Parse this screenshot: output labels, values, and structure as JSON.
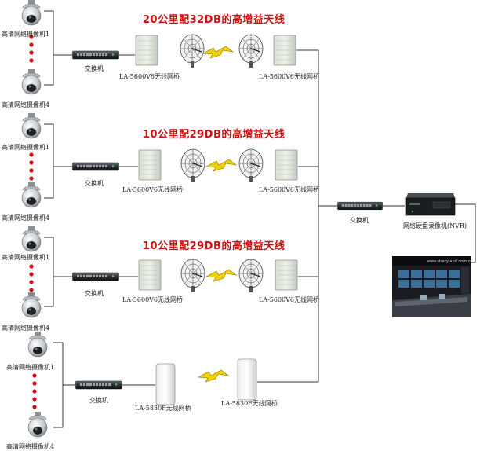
{
  "titles": {
    "row1": "20公里配32DB的高增益天线",
    "row2": "10公里配29DB的高增益天线",
    "row3": "10公里配29DB的高增益天线"
  },
  "camera": {
    "label_first": "高清网络摄像机1",
    "label_last": "高清网络摄像机4"
  },
  "switch_label": "交换机",
  "bridge_v6_label": "LA-5600V6无线网桥",
  "bridge_f_label": "LA-5830F无线网桥",
  "nvr_label": "网络硬盘录像机(NVR)",
  "monitor_watermark": "www.starryland.com.cn",
  "colors": {
    "title": "#d01010",
    "link_dots": "#d01010",
    "wifi_bolt": "#f0d000",
    "lines": "#333333"
  }
}
